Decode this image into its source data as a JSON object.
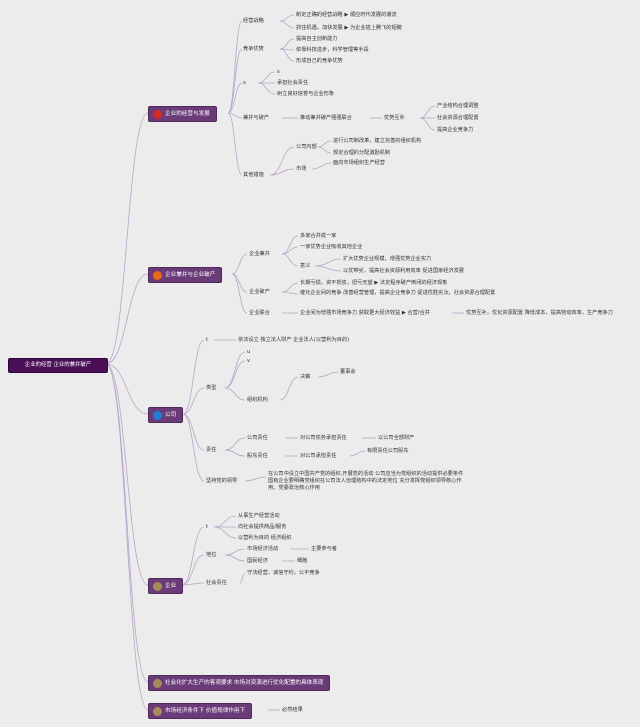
{
  "colors": {
    "background": "#ececec",
    "root_fill": "#4b0f57",
    "branch_fill": "#6a3b78",
    "line": "#b9a4c8",
    "dot_red": "#d62b24",
    "dot_orange": "#e8671a",
    "dot_blue": "#1f7fd6",
    "dot_tan": "#a88a5a"
  },
  "root": {
    "label": "企业的经营        企业的兼并破产"
  },
  "branches": {
    "b1": {
      "label": "企业的经营与发展",
      "dot": "red-circle-icon",
      "c1": "经营战略",
      "c1a": "制定正确的经营战略 ▶ 顺应时代发展的潮流",
      "c1b": "抓住机遇，加快发展 ▶ 为企业插上腾飞的翅膀",
      "c2": "竞争优势",
      "c2a": "提高自主创新能力",
      "c2b": "依靠科技进步，科学管理等手段",
      "c2c": "形成自己的竞争优势",
      "c3": "s",
      "c3a": "s",
      "c3b": "承担社会责任",
      "c3c": "树立良好信誉与企业形象",
      "c4": "兼并与破产",
      "c4a": "推动兼并破产强强联合",
      "c4b": "优势互补",
      "c4b1": "产业结构合理调整",
      "c4b2": "社会资源合理配置",
      "c4b3": "提高企业竞争力",
      "c5": "其他措施",
      "c5a": "公司内部",
      "c5a1": "进行公司制改革，建立完善的组织机构",
      "c5a2": "规定合理的分配激励机制",
      "c5b": "市场",
      "c5b1": "面向市场组织生产经营"
    },
    "b2": {
      "label": "企业兼并与企业破产",
      "dot": "orange-circle-icon",
      "c1": "企业兼并",
      "c1a": "多家合并成一家",
      "c1b": "一家优势企业吸收其他企业",
      "c1c": "意义",
      "c1c1": "扩大优势企业规模，增强优势企业实力",
      "c1c2": "以优带劣，提高社会资源利用效率 促进国家经济发展",
      "c2": "企业破产",
      "c2a": "长期亏损，资不抵债，扭亏无望 ▶ 法定程序破产倒闭的经济现象",
      "c2b": "催化企业间的竞争 改善经营管理，提高企业竞争力 促进优胜劣汰，社会资源合理配置",
      "c3": "企业联合",
      "c3a": "企业间为增强市场竞争力 获取更大经济效益 ▶ 合营/合并",
      "c3b": "优势互补，优化资源配置 降低成本，提高劳动效率，生产竞争力"
    },
    "b3": {
      "label": "公司",
      "dot": "blue-circle-icon",
      "c1": "t",
      "c1a": "依法设立 独立法人财产 企业法人(以营利为目的)",
      "c2": "类型",
      "c2a": "u",
      "c2b": "v",
      "c2c": "组织机构",
      "c2c1": "决策",
      "c2c1a": "董事会",
      "c3": "责任",
      "c3a": "公司责任",
      "c3a1": "对公司债务承担责任",
      "c3a1a": "以公司全部财产",
      "c3b": "股东责任",
      "c3b1": "对公司承担责任",
      "c3b1a": "有限责任公司股东",
      "c4": "坚持党的领导",
      "c4a": "在公司中设立中国共产党的组织,开展党的活动 公司应当为党组织的活动提供必要条件 国有企业要明确党组织在公司法人治理结构中的法定地位 充分发挥党组织领导核心作用、党委政治核心作用"
    },
    "b4": {
      "label": "企业",
      "dot": "tan-circle-icon",
      "c1": "t",
      "c1a": "从事生产经营活动",
      "c1b": "向社会提供商品/服务",
      "c1c": "以营利为目的 经济组织",
      "c2": "地位",
      "c2a": "市场经济活动",
      "c2a1": "主要参与者",
      "c2b": "国民经济",
      "c2b1": "细胞",
      "c3": "社会责任",
      "c3a": "守法经营，诚信守约，公平竞争"
    },
    "b5": {
      "label": "社会化扩大生产的客观要求 市场对资源进行优化配置的具体表现"
    },
    "b6": {
      "label": "市场经济条件下 价值规律作用下",
      "leaf": "必然结果"
    }
  }
}
